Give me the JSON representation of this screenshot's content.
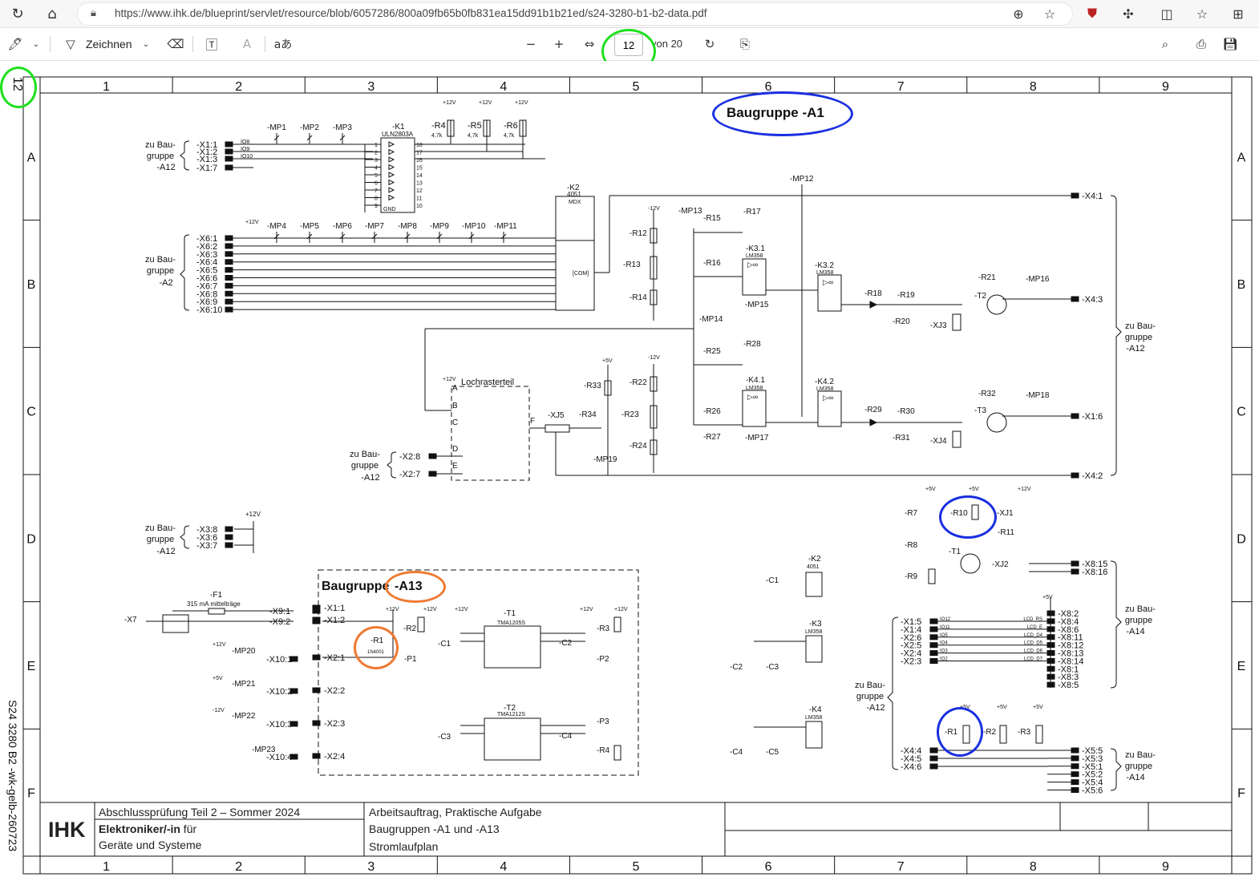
{
  "browser": {
    "url": "https://www.ihk.de/blueprint/servlet/resource/blob/6057286/800a09fb65b0fb831ea15dd91b1b21ed/s24-3280-b1-b2-data.pdf"
  },
  "pdf_toolbar": {
    "draw_label": "Zeichnen",
    "read_aloud_glyph": "aあ",
    "page_number": "12",
    "page_total": "von 20"
  },
  "sheet": {
    "page_marker": "12",
    "columns": [
      "1",
      "2",
      "3",
      "4",
      "5",
      "6",
      "7",
      "8",
      "9"
    ],
    "rows": [
      "A",
      "B",
      "C",
      "D",
      "E",
      "F"
    ],
    "side_code": "S24 3280 B2 -wk-gelb-260723",
    "title_a1": "Baugruppe -A1",
    "title_a13_prefix": "Baugruppe ",
    "title_a13_suffix": "-A13"
  },
  "title_block": {
    "logo": "IHK",
    "exam": "Abschlussprüfung Teil 2 – Sommer 2024",
    "profession_bold": "Elektroniker/-in",
    "profession_rest": " für",
    "profession_line2": "Geräte und Systeme",
    "task": "Arbeitsauftrag, Praktische Aufgabe",
    "groups": "Baugruppen -A1 und -A13",
    "plan": "Stromlaufplan"
  },
  "schematic": {
    "connectors_x1_top": [
      "-X1:1",
      "-X1:2",
      "-X1:3",
      "-X1:7"
    ],
    "connectors_x6": [
      "-X6:1",
      "-X6:2",
      "-X6:3",
      "-X6:4",
      "-X6:5",
      "-X6:6",
      "-X6:7",
      "-X6:8",
      "-X6:9",
      "-X6:10"
    ],
    "connectors_x3": [
      "-X3:8",
      "-X3:6",
      "-X3:7"
    ],
    "connectors_x9": [
      "-X9:1",
      "-X9:2"
    ],
    "connectors_x10": [
      "-X10:1",
      "-X10:2",
      "-X10:3",
      "-X10:4"
    ],
    "connectors_x2_a13": [
      "-X1:1",
      "-X1:2",
      "-X2:1",
      "-X2:2",
      "-X2:3",
      "-X2:4"
    ],
    "connectors_x2_lr": [
      "-X2:8",
      "-X2:7"
    ],
    "connectors_x4_right": [
      "-X4:1",
      "-X4:3",
      "-X1:6",
      "-X4:2"
    ],
    "connectors_x8_top": [
      "-X8:15",
      "-X8:16"
    ],
    "connectors_x8_lcd": [
      "-X8:2",
      "-X8:4",
      "-X8:6",
      "-X8:11",
      "-X8:12",
      "-X8:13",
      "-X8:14",
      "-X8:1",
      "-X8:3",
      "-X8:5"
    ],
    "connectors_x1_left": [
      "-X1:5",
      "-X1:4",
      "-X2:6",
      "-X2:5",
      "-X2:4",
      "-X2:3"
    ],
    "lcd_labels": [
      "LCD_RS",
      "LCD_E",
      "LCD_D4",
      "LCD_D5",
      "LCD_D6",
      "LCD_D7"
    ],
    "io_labels": [
      "IO12",
      "IO11",
      "IO5",
      "IO4",
      "IO3",
      "IO2"
    ],
    "connectors_x5": [
      "-X5:5",
      "-X5:3",
      "-X5:1",
      "-X5:2",
      "-X5:4",
      "-X5:6"
    ],
    "connectors_x4_bottom": [
      "-X4:4",
      "-X4:5",
      "-X4:6"
    ],
    "group_a12": "zu Bau-\ngruppe\n-A12",
    "group_a2": "zu Bau-\ngruppe\n-A2",
    "group_a14": "zu Bau-\ngruppe\n-A14",
    "mp_top": [
      "-MP1",
      "-MP2",
      "-MP3"
    ],
    "mp_row2": [
      "-MP4",
      "-MP5",
      "-MP6",
      "-MP7",
      "-MP8",
      "-MP9",
      "-MP10",
      "-MP11"
    ],
    "mp_other": [
      "-MP12",
      "-MP13",
      "-MP14",
      "-MP15",
      "-MP16",
      "-MP17",
      "-MP18",
      "-MP19",
      "-MP20",
      "-MP21",
      "-MP22",
      "-MP23"
    ],
    "k1": [
      "-K1",
      "ULN2803A"
    ],
    "k2": [
      "-K2",
      "4051",
      "MDX"
    ],
    "resistors_top": [
      [
        "-R4",
        "4,7k"
      ],
      [
        "-R5",
        "4,7k"
      ],
      [
        "-R6",
        "4,7k"
      ]
    ],
    "supply_12": "+12V",
    "supply_5": "+5V",
    "supply_m12": "-12V",
    "f1": [
      "-F1",
      "315 mA mittelträge"
    ],
    "x7": "-X7",
    "lochraster": "Lochrasterteil",
    "t_parts": [
      "-T1",
      "TMA1205S",
      "-T2",
      "TMA1212S"
    ]
  }
}
